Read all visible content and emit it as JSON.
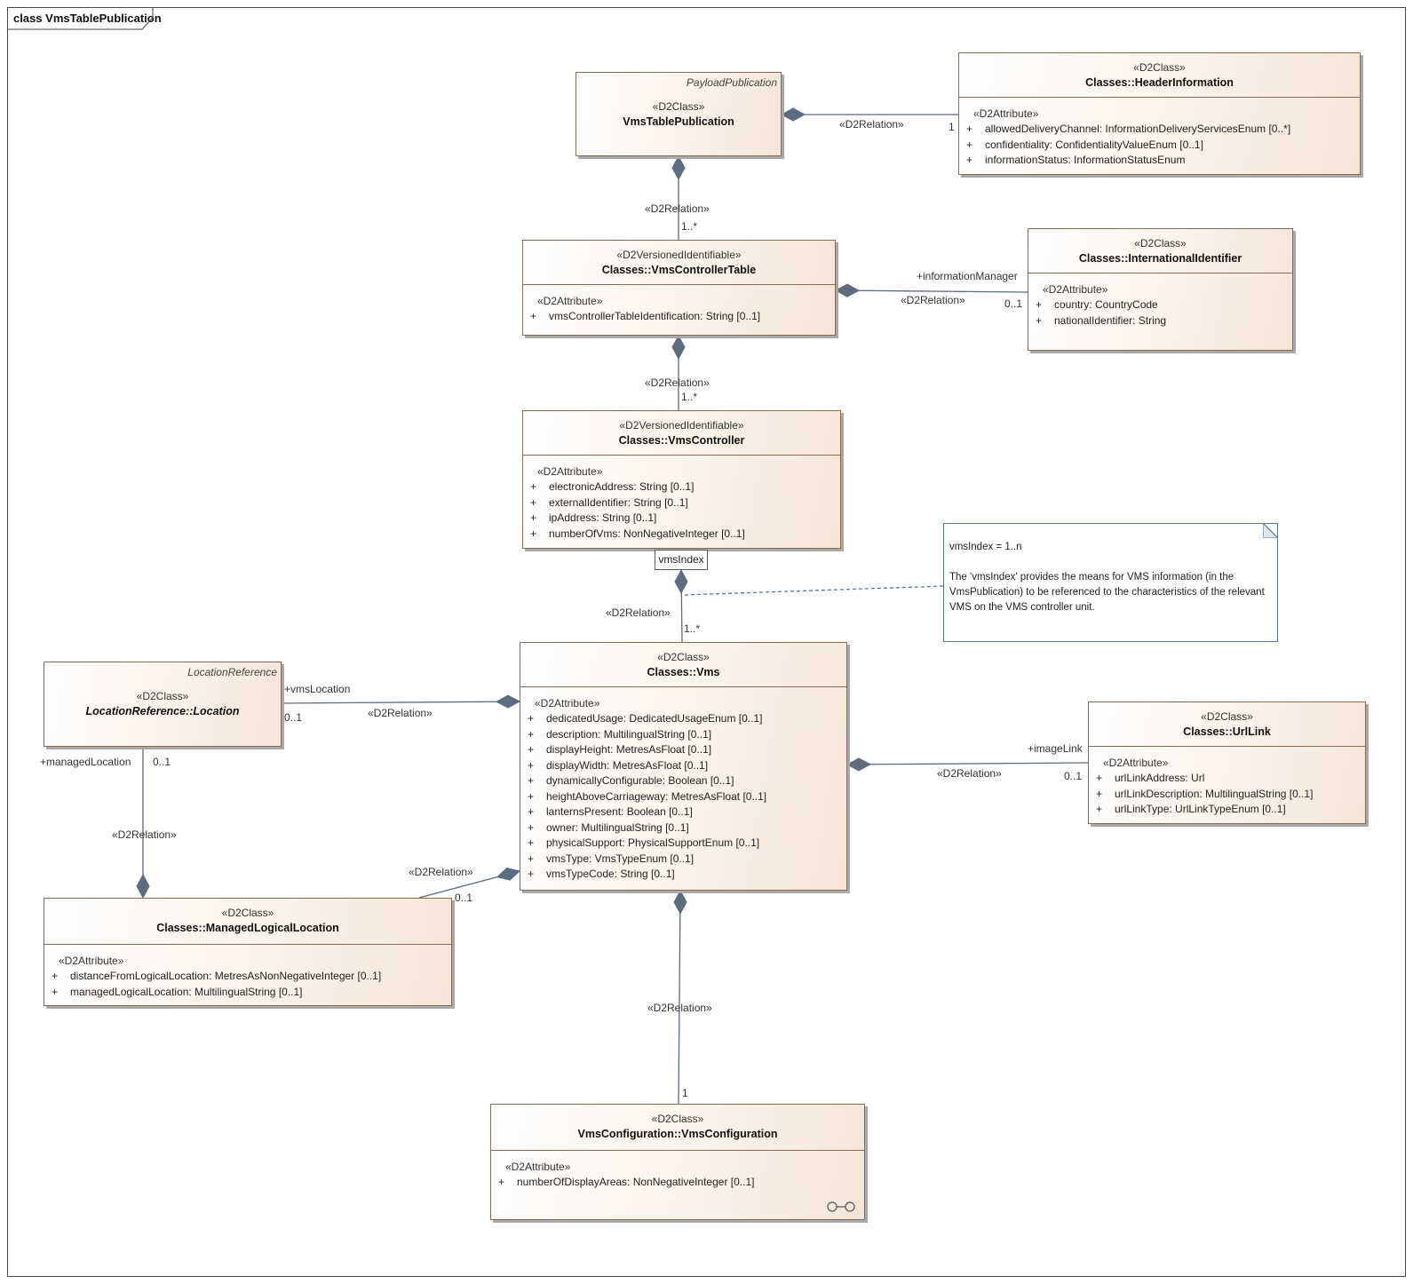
{
  "frame": {
    "label": "class VmsTablePublication"
  },
  "classes": {
    "vms_table_publication": {
      "parent": "PayloadPublication",
      "stereotype": "«D2Class»",
      "name": "VmsTablePublication"
    },
    "header_information": {
      "stereotype": "«D2Class»",
      "name": "Classes::HeaderInformation",
      "attr_stereotype": "«D2Attribute»",
      "attributes": [
        {
          "vis": "+",
          "text": "allowedDeliveryChannel: InformationDeliveryServicesEnum [0..*]"
        },
        {
          "vis": "+",
          "text": "confidentiality: ConfidentialityValueEnum [0..1]"
        },
        {
          "vis": "+",
          "text": "informationStatus: InformationStatusEnum"
        }
      ]
    },
    "vms_controller_table": {
      "stereotype": "«D2VersionedIdentifiable»",
      "name": "Classes::VmsControllerTable",
      "attr_stereotype": "«D2Attribute»",
      "attributes": [
        {
          "vis": "+",
          "text": "vmsControllerTableIdentification: String [0..1]"
        }
      ]
    },
    "international_identifier": {
      "stereotype": "«D2Class»",
      "name": "Classes::InternationalIdentifier",
      "attr_stereotype": "«D2Attribute»",
      "attributes": [
        {
          "vis": "+",
          "text": "country: CountryCode"
        },
        {
          "vis": "+",
          "text": "nationalIdentifier: String"
        }
      ]
    },
    "vms_controller": {
      "stereotype": "«D2VersionedIdentifiable»",
      "name": "Classes::VmsController",
      "attr_stereotype": "«D2Attribute»",
      "attributes": [
        {
          "vis": "+",
          "text": "electronicAddress: String [0..1]"
        },
        {
          "vis": "+",
          "text": "externalIdentifier: String [0..1]"
        },
        {
          "vis": "+",
          "text": "ipAddress: String [0..1]"
        },
        {
          "vis": "+",
          "text": "numberOfVms: NonNegativeInteger [0..1]"
        }
      ]
    },
    "vms": {
      "stereotype": "«D2Class»",
      "name": "Classes::Vms",
      "attr_stereotype": "«D2Attribute»",
      "attributes": [
        {
          "vis": "+",
          "text": "dedicatedUsage: DedicatedUsageEnum [0..1]"
        },
        {
          "vis": "+",
          "text": "description: MultilingualString [0..1]"
        },
        {
          "vis": "+",
          "text": "displayHeight: MetresAsFloat [0..1]"
        },
        {
          "vis": "+",
          "text": "displayWidth: MetresAsFloat [0..1]"
        },
        {
          "vis": "+",
          "text": "dynamicallyConfigurable: Boolean [0..1]"
        },
        {
          "vis": "+",
          "text": "heightAboveCarriageway: MetresAsFloat [0..1]"
        },
        {
          "vis": "+",
          "text": "lanternsPresent: Boolean [0..1]"
        },
        {
          "vis": "+",
          "text": "owner: MultilingualString [0..1]"
        },
        {
          "vis": "+",
          "text": "physicalSupport: PhysicalSupportEnum [0..1]"
        },
        {
          "vis": "+",
          "text": "vmsType: VmsTypeEnum [0..1]"
        },
        {
          "vis": "+",
          "text": "vmsTypeCode: String [0..1]"
        }
      ]
    },
    "location": {
      "parent": "LocationReference",
      "stereotype": "«D2Class»",
      "name": "LocationReference::Location"
    },
    "managed_logical_location": {
      "stereotype": "«D2Class»",
      "name": "Classes::ManagedLogicalLocation",
      "attr_stereotype": "«D2Attribute»",
      "attributes": [
        {
          "vis": "+",
          "text": "distanceFromLogicalLocation: MetresAsNonNegativeInteger [0..1]"
        },
        {
          "vis": "+",
          "text": "managedLogicalLocation: MultilingualString [0..1]"
        }
      ]
    },
    "url_link": {
      "stereotype": "«D2Class»",
      "name": "Classes::UrlLink",
      "attr_stereotype": "«D2Attribute»",
      "attributes": [
        {
          "vis": "+",
          "text": "urlLinkAddress: Url"
        },
        {
          "vis": "+",
          "text": "urlLinkDescription: MultilingualString [0..1]"
        },
        {
          "vis": "+",
          "text": "urlLinkType: UrlLinkTypeEnum [0..1]"
        }
      ]
    },
    "vms_configuration": {
      "stereotype": "«D2Class»",
      "name": "VmsConfiguration::VmsConfiguration",
      "attr_stereotype": "«D2Attribute»",
      "attributes": [
        {
          "vis": "+",
          "text": "numberOfDisplayAreas: NonNegativeInteger [0..1]"
        }
      ]
    }
  },
  "port": {
    "label": "vmsIndex"
  },
  "note": {
    "line1": "vmsIndex = 1..n",
    "line2": "The 'vmsIndex' provides the means for VMS information (in the VmsPublication) to be referenced to the characteristics of the relevant VMS on the VMS controller unit."
  },
  "relations": {
    "pub_header": {
      "stereotype": "«D2Relation»",
      "target_mult": "1"
    },
    "pub_table": {
      "stereotype": "«D2Relation»",
      "target_mult": "1..*"
    },
    "table_intl": {
      "stereotype": "«D2Relation»",
      "role": "+informationManager",
      "target_mult": "0..1"
    },
    "table_controller": {
      "stereotype": "«D2Relation»",
      "target_mult": "1..*"
    },
    "controller_vms": {
      "stereotype": "«D2Relation»",
      "target_mult": "1..*"
    },
    "vms_location": {
      "stereotype": "«D2Relation»",
      "role": "+vmsLocation",
      "target_mult": "0..1"
    },
    "location_managed": {
      "stereotype": "«D2Relation»",
      "role": "+managedLocation",
      "target_mult": "0..1"
    },
    "vms_managed": {
      "stereotype": "«D2Relation»",
      "target_mult": "0..1"
    },
    "vms_urllink": {
      "stereotype": "«D2Relation»",
      "role": "+imageLink",
      "target_mult": "0..1"
    },
    "vms_config": {
      "stereotype": "«D2Relation»",
      "target_mult": "1"
    }
  },
  "colors": {
    "class_border": "#8a6b54",
    "class_fill": "#f8ebe0",
    "connector": "#5f6b7e",
    "note_border": "#5a7896"
  }
}
